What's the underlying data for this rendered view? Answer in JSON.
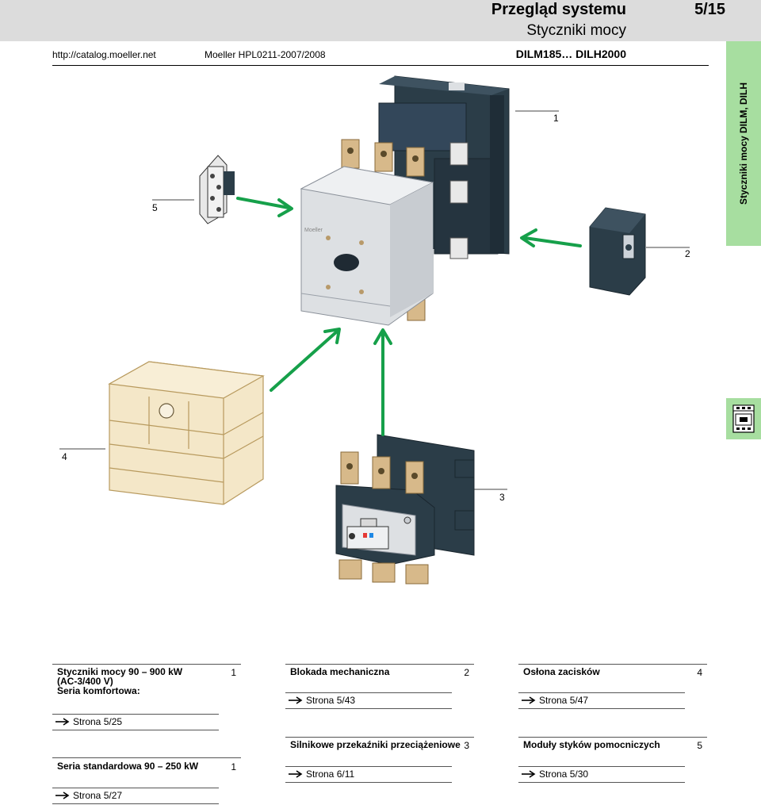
{
  "header": {
    "title": "Przegląd systemu",
    "subtitle": "Styczniki mocy",
    "page_number": "5/15",
    "url": "http://catalog.moeller.net",
    "catalog": "Moeller HPL0211-2007/2008",
    "product_range": "DILM185… DILH2000"
  },
  "side_tab": {
    "label": "Styczniki mocy DILM, DILH"
  },
  "illustration": {
    "callouts": [
      "1",
      "2",
      "3",
      "4",
      "5"
    ],
    "brand_mark": "Moeller"
  },
  "items": [
    {
      "title": "Styczniki mocy  90 – 900 kW (AC-3/400 V) Seria komfortowa:",
      "title_lines": [
        "Styczniki mocy  90 – 900 kW",
        "(AC-3/400 V)",
        "Seria komfortowa:"
      ],
      "number": "1",
      "link": "Strona 5/25"
    },
    {
      "title": "Seria standardowa  90 – 250 kW",
      "number": "1",
      "link": "Strona 5/27"
    },
    {
      "title": "Blokada mechaniczna",
      "number": "2",
      "link": "Strona 5/43"
    },
    {
      "title": "Silnikowe przekaźniki przeciążeniowe",
      "number": "3",
      "link": "Strona 6/11"
    },
    {
      "title": "Osłona zacisków",
      "number": "4",
      "link": "Strona 5/47"
    },
    {
      "title": "Moduły styków pomocniczych",
      "number": "5",
      "link": "Strona 5/30"
    }
  ],
  "colors": {
    "header_bg": "#dcdcdc",
    "tab_green": "#a7dea0",
    "arrow_green": "#16a04a",
    "device_dark": "#2b3d48",
    "device_light": "#dde0e3",
    "copper": "#d7b98a"
  }
}
